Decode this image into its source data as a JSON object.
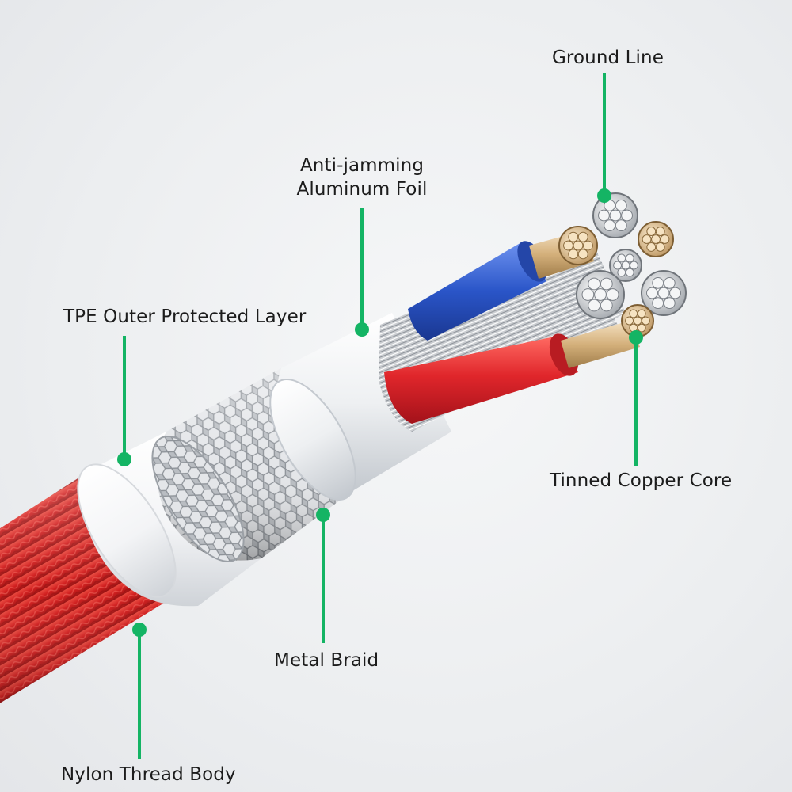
{
  "callouts": {
    "ground_line": "Ground Line",
    "aluminum_foil": [
      "Anti-jamming",
      "Aluminum Foil"
    ],
    "tpe_layer": "TPE Outer Protected Layer",
    "tinned_copper": "Tinned Copper Core",
    "metal_braid": "Metal Braid",
    "nylon_body": "Nylon Thread Body"
  },
  "colors": {
    "callout_line": "#14b464",
    "nylon": "#d62020",
    "red_wire": "#e0262b",
    "blue_wire": "#2a55c8",
    "copper": "#d9b98a",
    "silver": "#c9ccd0"
  }
}
